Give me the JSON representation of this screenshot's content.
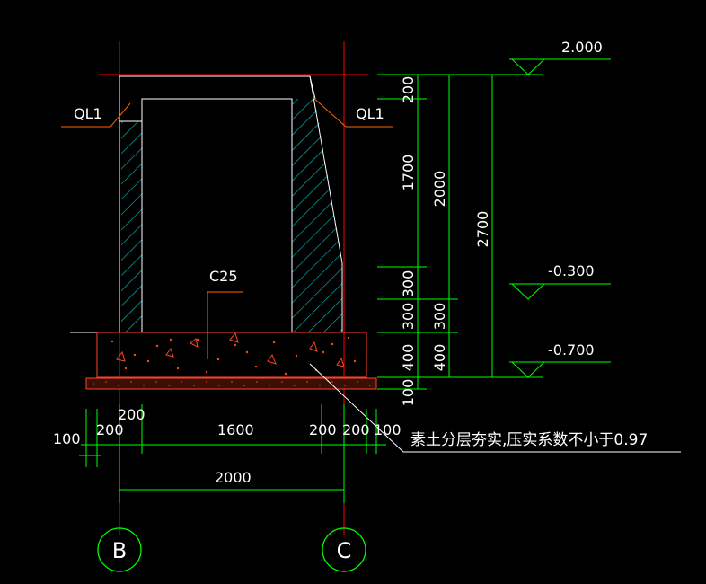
{
  "colors": {
    "background": "#000000",
    "wall_outline": "#ffffff",
    "dimension": "#00ff00",
    "axis_line": "#ff0000",
    "hatch": "#00cccc",
    "concrete": "#ff4422",
    "leader": "#ff6600"
  },
  "elevations": {
    "top": "2.000",
    "mid": "-0.300",
    "bottom": "-0.700"
  },
  "labels": {
    "ql1_left": "QL1",
    "ql1_right": "QL1",
    "concrete_grade": "C25",
    "note": "素土分层夯实,压实系数不小于0.97"
  },
  "vertical_dims": {
    "d200_top": "200",
    "d1700": "1700",
    "d300_a": "300",
    "d300_b": "300",
    "d400": "400",
    "d100": "100",
    "d2000": "2000",
    "d300_c": "300",
    "d400_b": "400",
    "d2700": "2700"
  },
  "horizontal_dims": {
    "d100_left": "100",
    "d200_a": "200",
    "d200_b": "200",
    "d1600": "1600",
    "d200_c": "200",
    "d200_d": "200",
    "d100_right": "100",
    "d2000": "2000"
  },
  "axes": {
    "left": "B",
    "right": "C"
  }
}
